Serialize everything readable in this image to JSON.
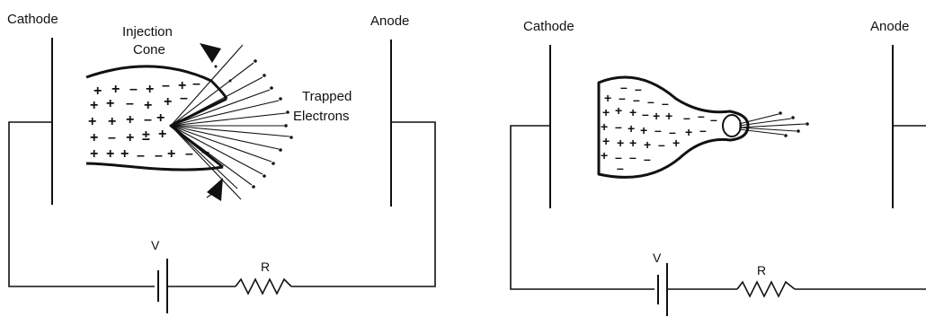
{
  "panels": [
    {
      "id": "left",
      "cathode_label": "Cathode",
      "anode_label": "Anode",
      "battery_label": "V",
      "resistor_label": "R",
      "annotations": {
        "injection_line1": "Injection",
        "injection_line2": "Cone",
        "trapped_line1": "Trapped",
        "trapped_line2": "Electrons"
      }
    },
    {
      "id": "right",
      "cathode_label": "Cathode",
      "anode_label": "Anode",
      "battery_label": "V",
      "resistor_label": "R"
    }
  ]
}
